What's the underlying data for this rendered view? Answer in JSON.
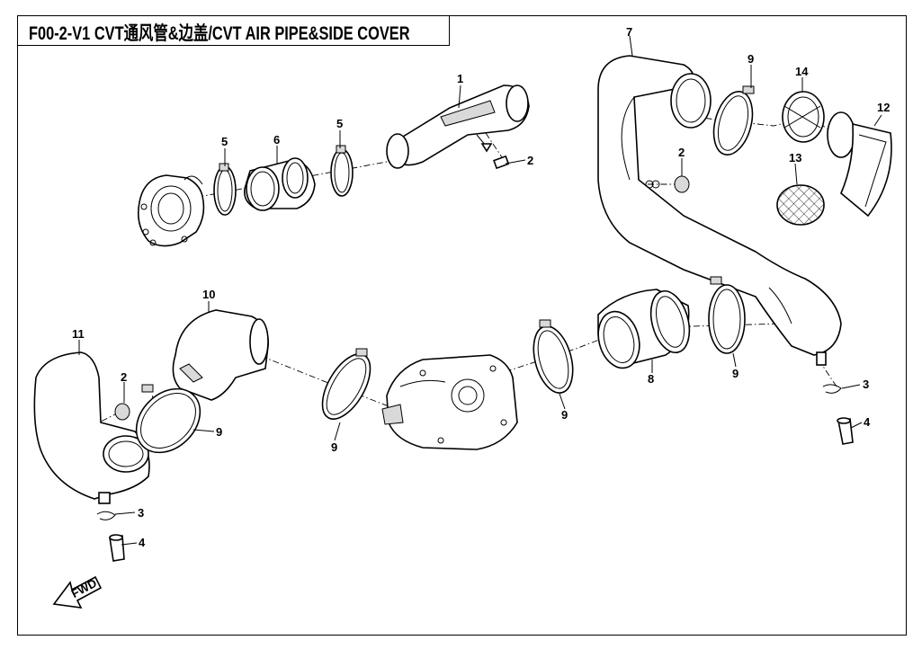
{
  "title": "F00-2-V1  CVT通风管&边盖/CVT AIR PIPE&SIDE COVER",
  "fwd_label": "FWD",
  "callouts": {
    "c1": "1",
    "c2a": "2",
    "c2b": "2",
    "c2c": "2",
    "c3a": "3",
    "c3b": "3",
    "c4a": "4",
    "c4b": "4",
    "c5a": "5",
    "c5b": "5",
    "c6": "6",
    "c7": "7",
    "c8": "8",
    "c9a": "9",
    "c9b": "9",
    "c9c": "9",
    "c9d": "9",
    "c9e": "9",
    "c10": "10",
    "c11": "11",
    "c12": "12",
    "c13": "13",
    "c14": "14"
  }
}
